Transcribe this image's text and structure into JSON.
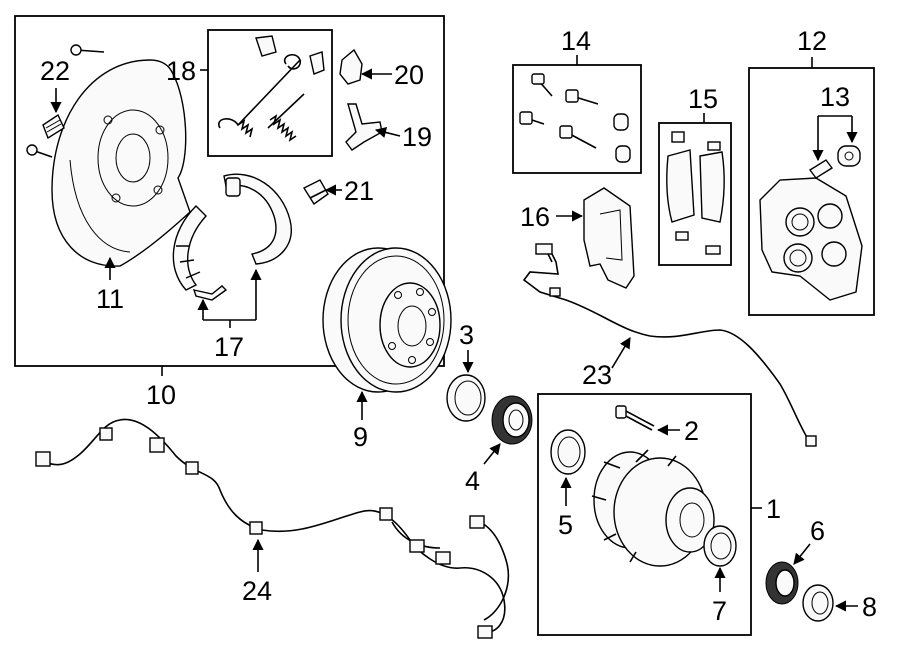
{
  "callouts": {
    "c1": "1",
    "c2": "2",
    "c3": "3",
    "c4": "4",
    "c5": "5",
    "c6": "6",
    "c7": "7",
    "c8": "8",
    "c9": "9",
    "c10": "10",
    "c11": "11",
    "c12": "12",
    "c13": "13",
    "c14": "14",
    "c15": "15",
    "c16": "16",
    "c17": "17",
    "c18": "18",
    "c19": "19",
    "c20": "20",
    "c21": "21",
    "c22": "22",
    "c23": "23",
    "c24": "24"
  },
  "colors": {
    "line": "#000000",
    "background": "#ffffff",
    "part_fill": "#fafafa"
  }
}
